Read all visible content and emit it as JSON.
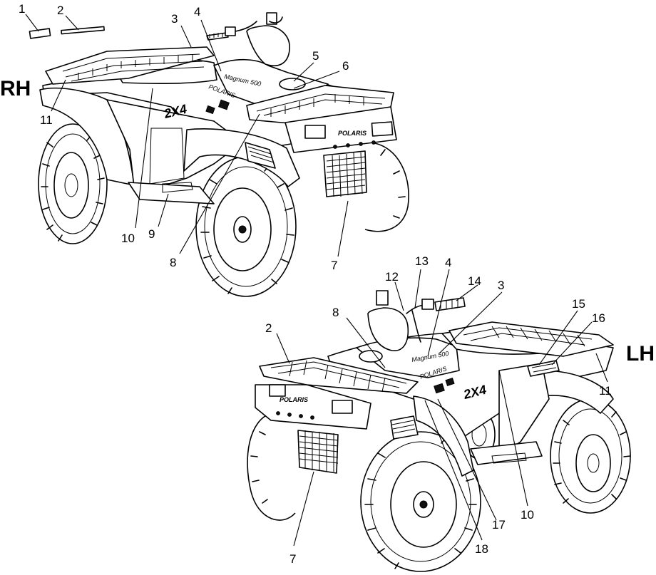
{
  "side_labels": {
    "right": "RH",
    "left": "LH"
  },
  "decal_text": {
    "model_badge": "2X4",
    "brand": "POLARIS",
    "model_name": "Magnum 500"
  },
  "callouts": {
    "rh": [
      "1",
      "2",
      "3",
      "4",
      "5",
      "6",
      "11",
      "10",
      "9",
      "8",
      "7"
    ],
    "lh": [
      "13",
      "12",
      "4",
      "14",
      "3",
      "8",
      "2",
      "15",
      "16",
      "11",
      "10",
      "17",
      "18",
      "7"
    ]
  }
}
